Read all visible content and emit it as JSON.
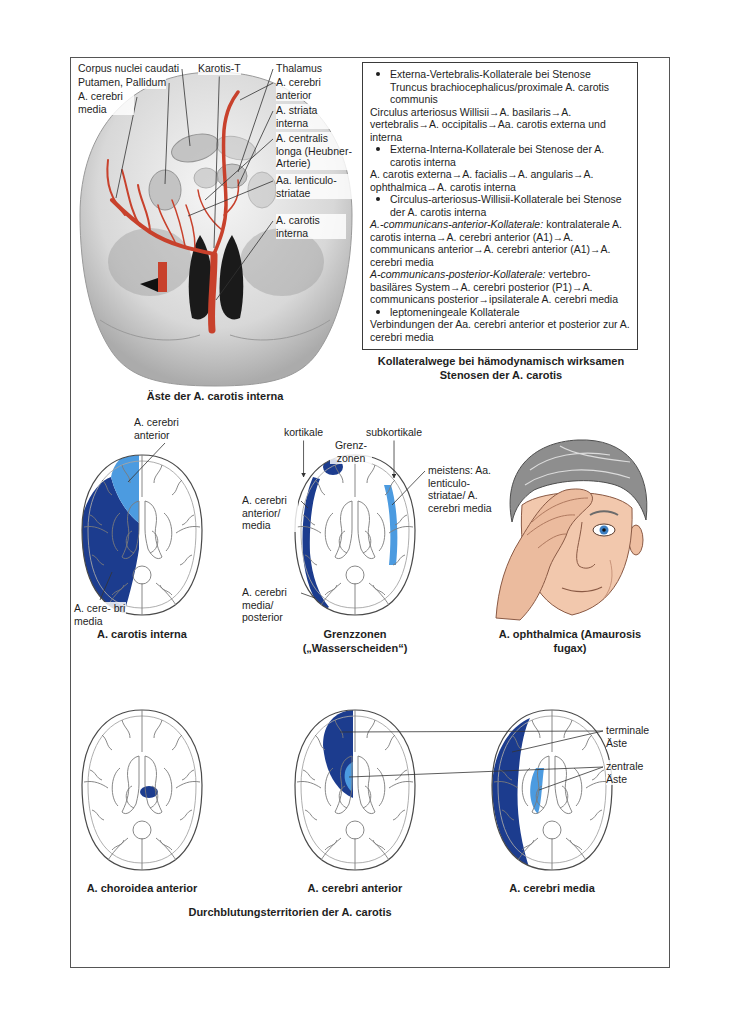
{
  "diagram": {
    "nodes": [
      {
        "text": [
          "Externa-Vertebralis-Kollaterale bei Stenose Truncus brachiocephalicus/proximale A. carotis communis",
          "Circulus arteriosus Willisii→A. basilaris→A. vertebralis→A. occipitalis→Aa. carotis externa und interna",
          "Externa-Interna-Kollaterale bei Stenose der A. carotis interna",
          "A. carotis externa→A. facialis→A. angularis→A. ophthalmica→A. carotis interna",
          "Circulus-arteriosus-Willisii-Kollaterale bei Stenose der A. carotis interna",
          "A.-communicans-anterior-Kollaterale:",
          "kontralaterale A. carotis interna→A. cerebri anterior (A1)→A. communicans anterior→A. cerebri anterior (A1)→A. cerebri media",
          "A-communicans-posterior-Kollaterale:",
          "vertebro-basiläres System→A. cerebri posterior (P1)→A. communicans posterior→ipsilaterale A. cerebri media",
          "leptomeningeale Kollaterale",
          "Verbindungen der Aa. cerebri anterior et posterior zur A. cerebri media"
        ]
      }
    ],
    "labels": [
      "Corpus nuclei caudati",
      "Karotis-T",
      "Thalamus",
      "Putamen, Pallidum",
      "A. cerebri anterior",
      "A. cerebri media",
      "A. striata interna",
      "A. centralis longa (Heubner-Arterie)",
      "Aa. lenticulo-striatae",
      "A. carotis interna",
      "Äste der A. carotis interna",
      "Kollateralwege bei hämodynamisch wirksamen Stenosen der A. carotis",
      "A. cerebri anterior",
      "A. cere- bri media",
      "A. carotis interna",
      "kortikale",
      "subkortikale",
      "Grenz- zonen",
      "A. cerebri anterior/ media",
      "meistens: Aa. lenticulo-striatae/ A. cerebri media",
      "A. cerebri media/ posterior",
      "Grenzzonen („Wasserscheiden“)",
      "A. ophthalmica (Amaurosis fugax)",
      "A. choroidea anterior",
      "terminale Äste",
      "zentrale Äste",
      "A. cerebri anterior",
      "A. cerebri media",
      "Durchblutungsterritorien der A. carotis"
    ]
  }
}
